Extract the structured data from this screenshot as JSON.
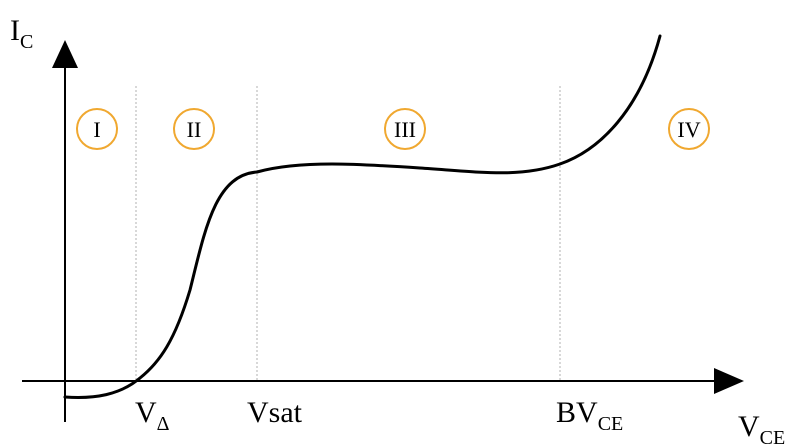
{
  "axes": {
    "y_label_main": "I",
    "y_label_sub": "C",
    "x_label_main": "V",
    "x_label_sub": "CE"
  },
  "x_marks": {
    "v_delta_main": "V",
    "v_delta_sub": "Δ",
    "v_sat": "Vsat",
    "bv_ce_main": "BV",
    "bv_ce_sub": "CE"
  },
  "regions": [
    "I",
    "II",
    "III",
    "IV"
  ],
  "colors": {
    "curve": "#000000",
    "axis": "#000000",
    "divider": "#b0b0b0",
    "region_circle": "#f0a830"
  }
}
